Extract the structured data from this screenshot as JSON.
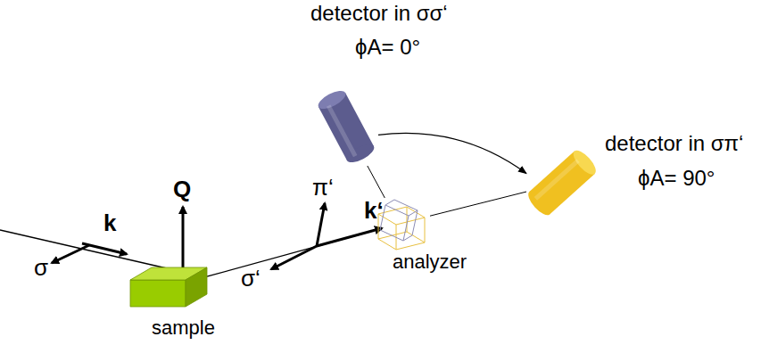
{
  "diagram": {
    "nodes": [
      {
        "text": [
          "sample"
        ]
      },
      {
        "text": [
          "analyzer"
        ]
      },
      {
        "text": [
          "detector in σσ‘",
          "ϕA= 0°"
        ]
      },
      {
        "text": [
          "detector in σπ‘",
          "ϕA= 90°"
        ]
      }
    ],
    "edges": [
      {
        "from": 0,
        "to": 1,
        "arrow": "none"
      },
      {
        "from": 1,
        "to": 2,
        "arrow": "none"
      },
      {
        "from": 1,
        "to": 3,
        "arrow": "none"
      },
      {
        "from": 2,
        "to": 3,
        "arrow": "to"
      }
    ],
    "labels": [
      "σ",
      "k",
      "Q",
      "σ‘",
      "π‘",
      "k‘"
    ]
  }
}
